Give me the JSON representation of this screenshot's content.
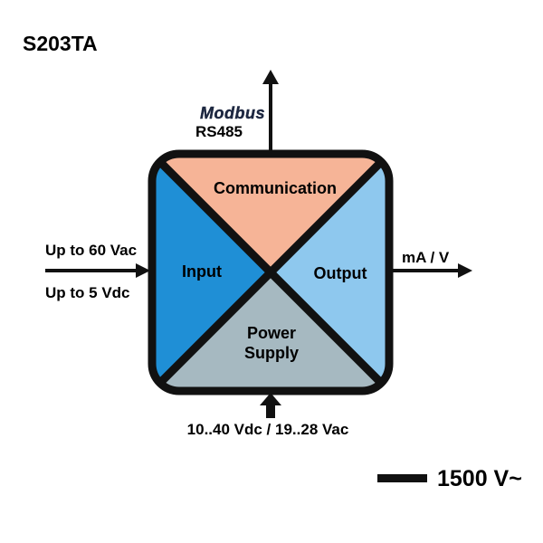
{
  "title": "S203TA",
  "protocol": {
    "logo_text": "Modbus",
    "interface": "RS485"
  },
  "sections": {
    "communication": "Communication",
    "input": "Input",
    "output": "Output",
    "power_line1": "Power",
    "power_line2": "Supply"
  },
  "input_signals": {
    "ac": "Up to 60 Vac",
    "dc": "Up to 5 Vdc"
  },
  "output_signal": "mA / V",
  "power_rating": "10..40 Vdc / 19..28 Vac",
  "isolation": "1500 V~",
  "colors": {
    "communication": "#f6b497",
    "input": "#1f8fd6",
    "output": "#8ec8ee",
    "power": "#a6b9c1",
    "outline": "#111111"
  }
}
